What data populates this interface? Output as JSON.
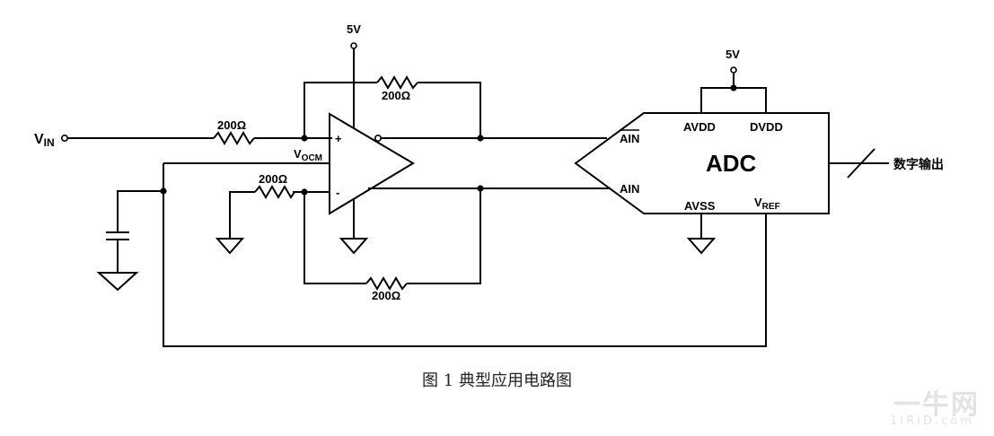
{
  "labels": {
    "vin": "V",
    "vin_sub": "IN",
    "supply_top": "5V",
    "supply_adc": "5V",
    "r_input": "200Ω",
    "r_feedback_top": "200Ω",
    "r_gnd": "200Ω",
    "r_feedback_bottom": "200Ω",
    "plus": "+",
    "minus": "-",
    "vocm": "V",
    "vocm_sub": "OCM",
    "ain_bar": "AIN",
    "ain": "AIN",
    "avdd": "AVDD",
    "dvdd": "DVDD",
    "avss": "AVSS",
    "vref": "V",
    "vref_sub": "REF",
    "adc": "ADC",
    "digital_out": "数字输出"
  },
  "caption": "图 1 典型应用电路图",
  "watermark": {
    "main": "一牛网",
    "sub": "1IRID.com"
  }
}
